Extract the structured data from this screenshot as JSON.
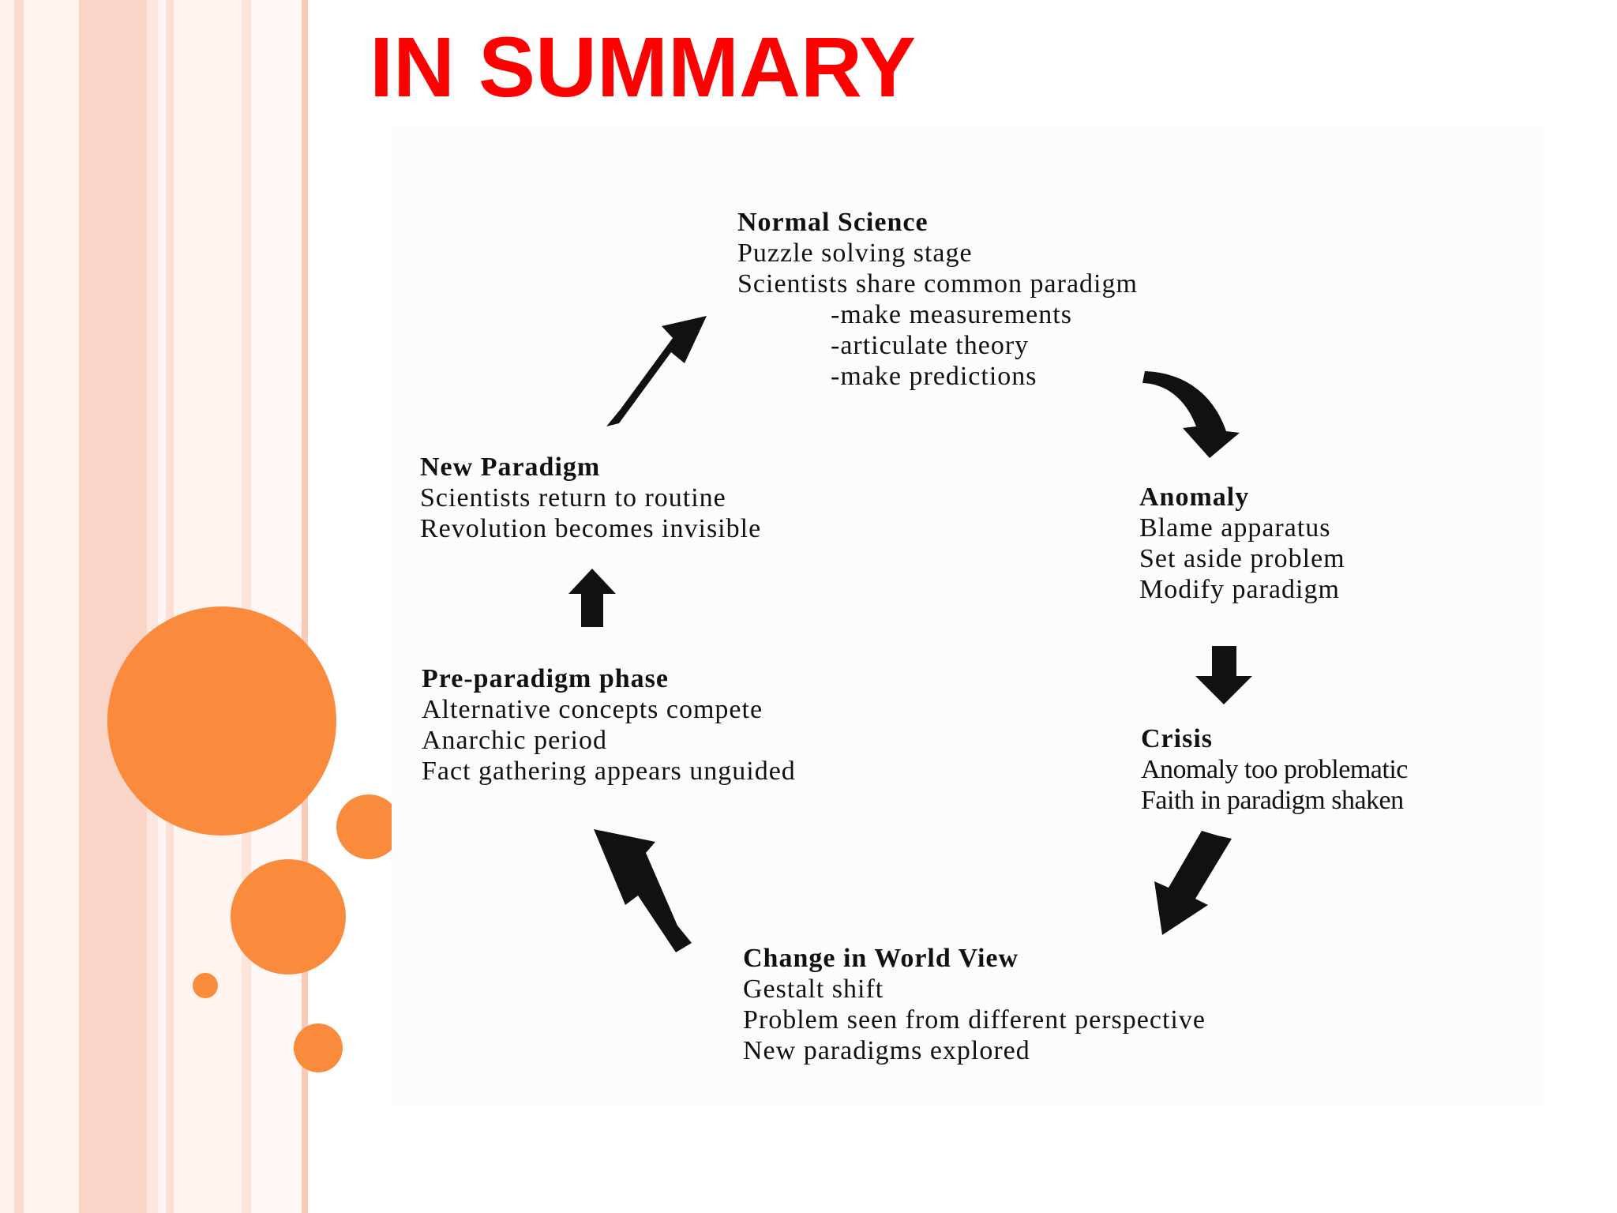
{
  "slide": {
    "title": "IN SUMMARY",
    "title_color": "#ff0000",
    "accent_color": "#fa8a3c",
    "stripe_color": "#fbd2c6"
  },
  "diagram": {
    "normal_science": {
      "heading": "Normal Science",
      "lines": [
        "Puzzle solving stage",
        "Scientists share common paradigm"
      ],
      "sub_lines": [
        "-make measurements",
        "-articulate theory",
        "-make predictions"
      ]
    },
    "anomaly": {
      "heading": "Anomaly",
      "lines": [
        "Blame apparatus",
        "Set aside problem",
        "Modify paradigm"
      ]
    },
    "crisis": {
      "heading": "Crisis",
      "lines": [
        "Anomaly too problematic",
        "Faith in paradigm shaken"
      ]
    },
    "change_in_world_view": {
      "heading": "Change in World View",
      "lines": [
        "Gestalt shift",
        "Problem seen from different perspective",
        "New paradigms explored"
      ]
    },
    "pre_paradigm_phase": {
      "heading": "Pre-paradigm phase",
      "lines": [
        "Alternative concepts compete",
        "Anarchic period",
        "Fact gathering appears unguided"
      ]
    },
    "new_paradigm": {
      "heading": "New Paradigm",
      "lines": [
        "Scientists return to routine",
        "Revolution becomes invisible"
      ]
    }
  }
}
